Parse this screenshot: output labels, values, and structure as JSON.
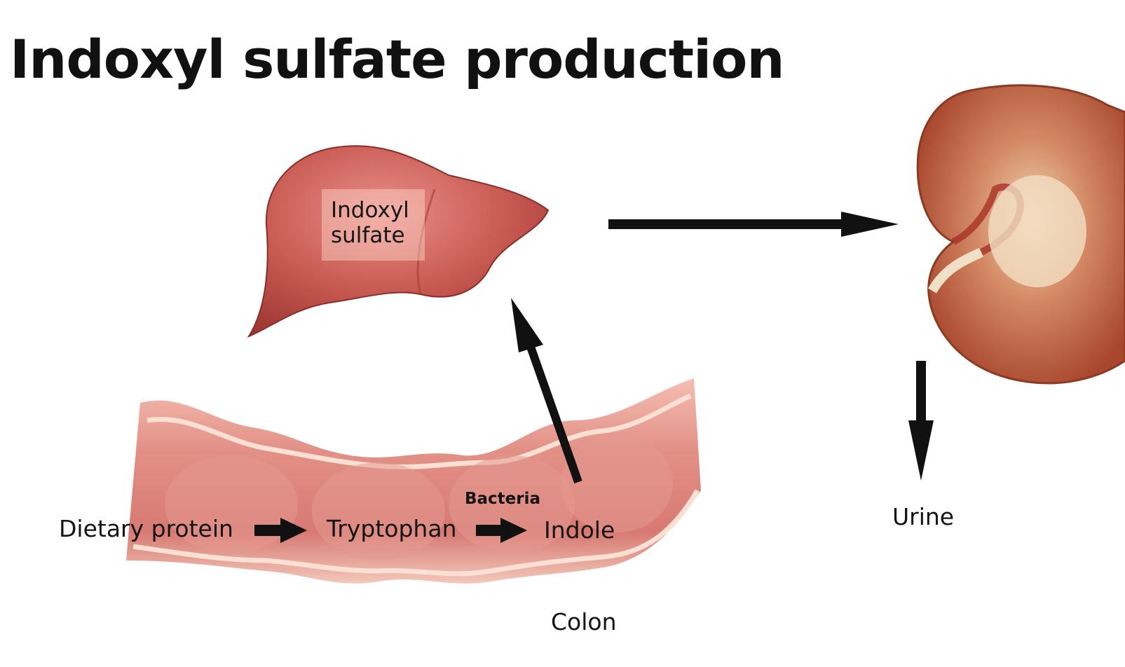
{
  "title": "Indoxyl sulfate production",
  "liver": {
    "label_line1": "Indoxyl",
    "label_line2": "sulfate"
  },
  "colon": {
    "label": "Colon",
    "steps": [
      "Dietary protein",
      "Tryptophan",
      "Indole"
    ],
    "step_annotation": "Bacteria"
  },
  "kidney": {
    "output_label": "Urine"
  },
  "colors": {
    "arrow": "#111111",
    "liver": "#b8473f",
    "colon": "#d9736a",
    "kidney_cortex": "#c8643d",
    "background": "#ffffff"
  }
}
